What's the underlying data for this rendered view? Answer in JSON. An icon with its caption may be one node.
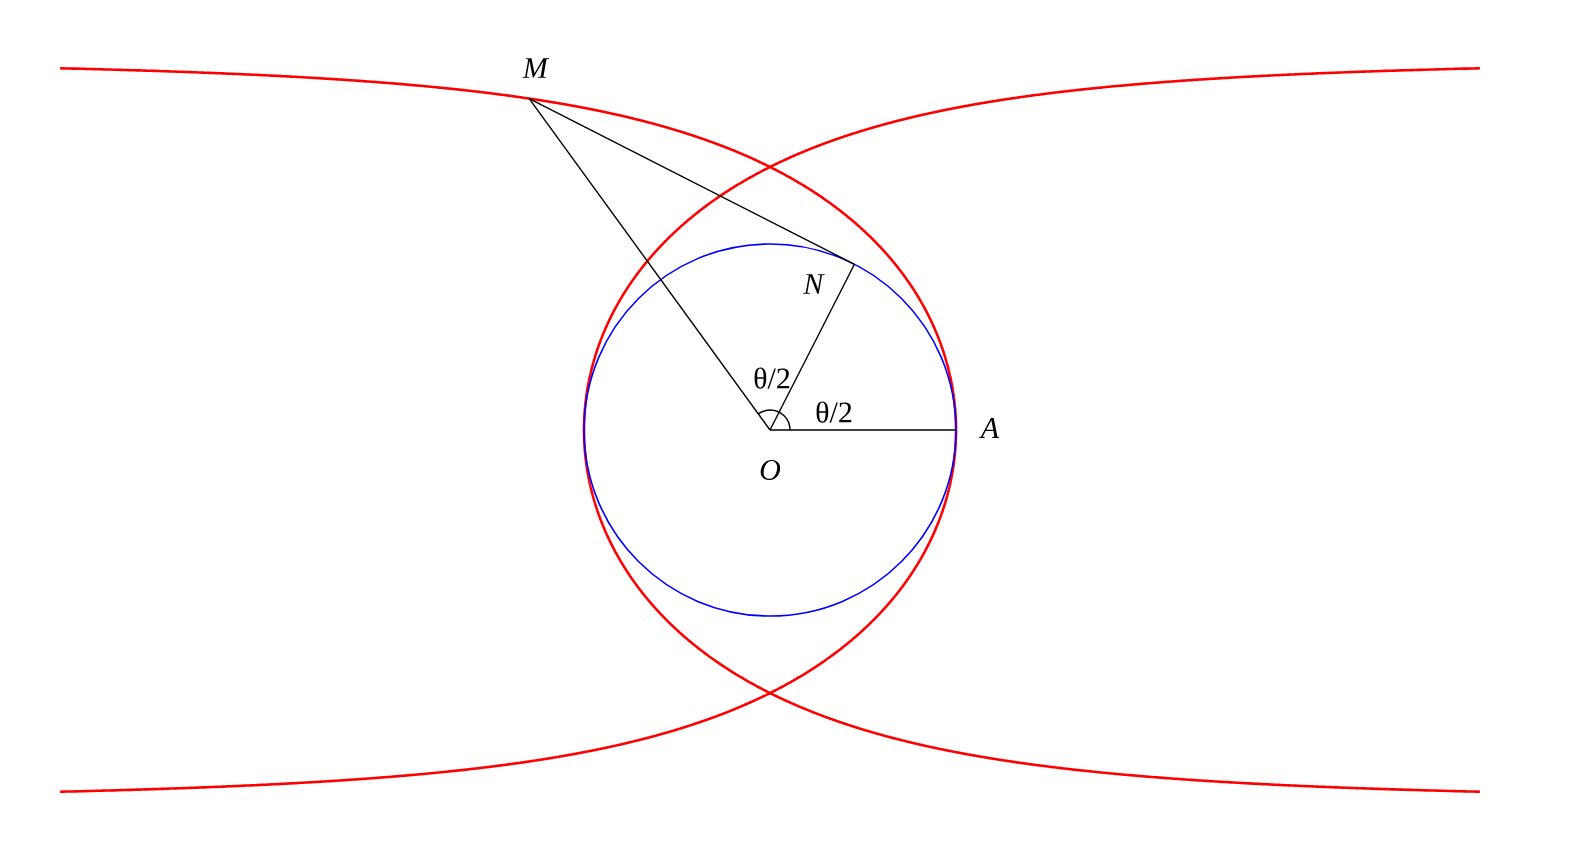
{
  "diagram": {
    "labels": [
      "*M*",
      "*N*",
      "θ/2",
      "θ/2",
      "*A*",
      "*O*"
    ]
  }
}
